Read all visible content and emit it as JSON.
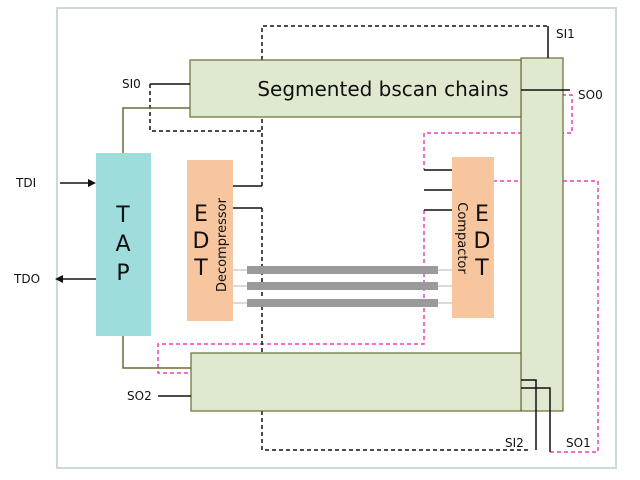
{
  "labels": {
    "scan_top": "Segmented bscan chains",
    "tap": [
      "T",
      "A",
      "P"
    ],
    "edt_left": [
      "E",
      "D",
      "T"
    ],
    "edt_right": [
      "E",
      "D",
      "T"
    ],
    "decompressor": "Decompressor",
    "compactor": "Compactor",
    "tdi": "TDI",
    "tdo": "TDO",
    "si0": "SI0",
    "si1": "SI1",
    "si2": "SI2",
    "so0": "SO0",
    "so1": "SO1",
    "so2": "SO2"
  },
  "colors": {
    "frame": "#c9dbd8",
    "scan_fill": "#dfe9cf",
    "scan_stroke": "#6b6b35",
    "tap_fill": "#9fdcdc",
    "edt_fill": "#f7c59e",
    "channel": "#9a9a9a",
    "magenta": "#ee3fb6",
    "wire": "#111111"
  }
}
